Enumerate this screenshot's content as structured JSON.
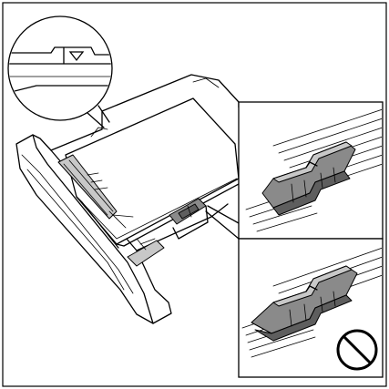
{
  "figure": {
    "main_view": "paper-tray-with-loaded-paper",
    "detail_views": [
      {
        "name": "paper-limit-mark-detail",
        "icon": "triangle-limit-mark-icon"
      },
      {
        "name": "guide-correct-position",
        "status": "correct"
      },
      {
        "name": "guide-incorrect-position",
        "status": "incorrect",
        "icon": "prohibited-icon"
      }
    ],
    "colors": {
      "line": "#000000",
      "background": "#ffffff",
      "guide_fill": "#8a8a8a"
    }
  }
}
